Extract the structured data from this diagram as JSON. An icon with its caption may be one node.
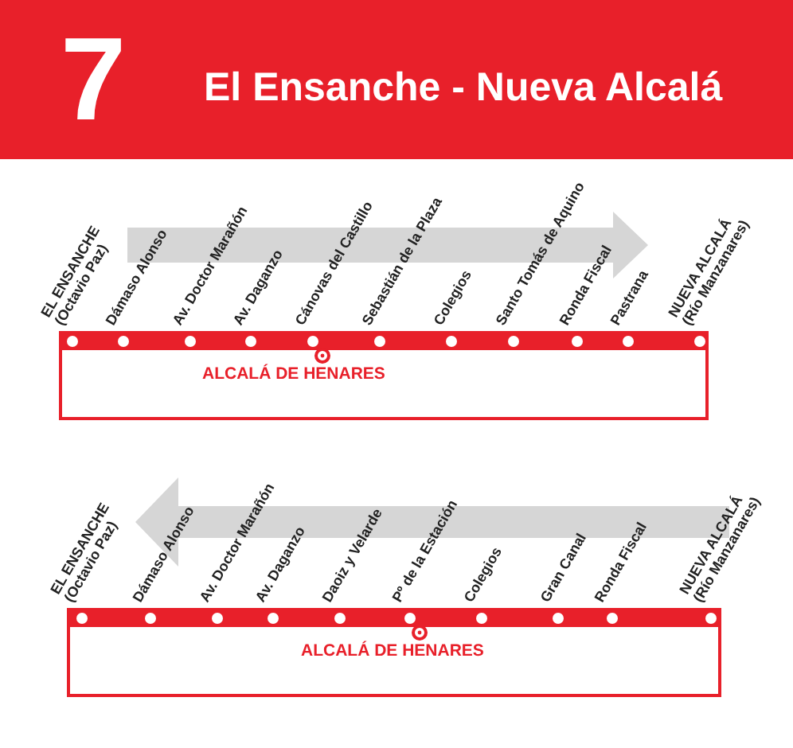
{
  "diagram": {
    "title": "El Ensanche - Nueva Alcalá",
    "nodes": [
      {
        "text": [
          "ALCALÁ DE HENARES"
        ]
      },
      {
        "text": [
          "EL ENSANCHE",
          "(Octavio Paz)"
        ]
      },
      {
        "text": [
          "Dámaso Alonso"
        ]
      },
      {
        "text": [
          "Av. Doctor Marañón"
        ]
      },
      {
        "text": [
          "Av. Daganzo"
        ]
      },
      {
        "text": [
          "Cánovas del Castillo"
        ]
      },
      {
        "text": [
          "Sebastián de la Plaza"
        ]
      },
      {
        "text": [
          "Colegios"
        ]
      },
      {
        "text": [
          "Santo Tomás de Aquino"
        ]
      },
      {
        "text": [
          "Ronda Fiscal"
        ]
      },
      {
        "text": [
          "Pastrana"
        ]
      },
      {
        "text": [
          "NUEVA ALCALÁ",
          "(Río Manzanares)"
        ]
      },
      {
        "text": [
          "ALCALÁ DE HENARES"
        ]
      },
      {
        "text": [
          "EL ENSANCHE",
          "(Octavio Paz)"
        ]
      },
      {
        "text": [
          "Dámaso Alonso"
        ]
      },
      {
        "text": [
          "Av. Doctor Marañón"
        ]
      },
      {
        "text": [
          "Av. Daganzo"
        ]
      },
      {
        "text": [
          "Daoiz y Velarde"
        ]
      },
      {
        "text": [
          "Pº de la Estación"
        ]
      },
      {
        "text": [
          "Colegios"
        ]
      },
      {
        "text": [
          "Gran Canal"
        ]
      },
      {
        "text": [
          "Ronda Fiscal"
        ]
      },
      {
        "text": [
          "NUEVA ALCALÁ",
          "(Río Manzanares)"
        ]
      }
    ],
    "labels": [
      "7"
    ]
  }
}
